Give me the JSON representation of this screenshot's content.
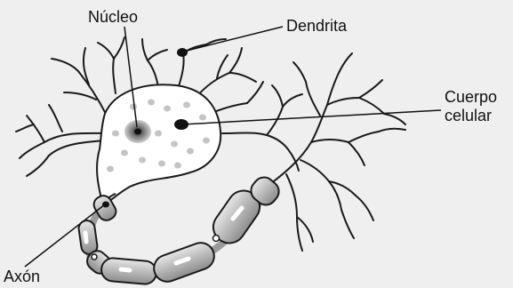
{
  "diagram": {
    "labels": {
      "nucleo": "Núcleo",
      "dendrita": "Dendrita",
      "cuerpo_line1": "Cuerpo",
      "cuerpo_line2": "celular",
      "axon": "Axón"
    },
    "colors": {
      "background": "#efefef",
      "outline": "#1a1a1a",
      "cell_fill": "#ffffff",
      "myelin": "#b5b5b5",
      "granules": "#c4c4c4"
    }
  }
}
